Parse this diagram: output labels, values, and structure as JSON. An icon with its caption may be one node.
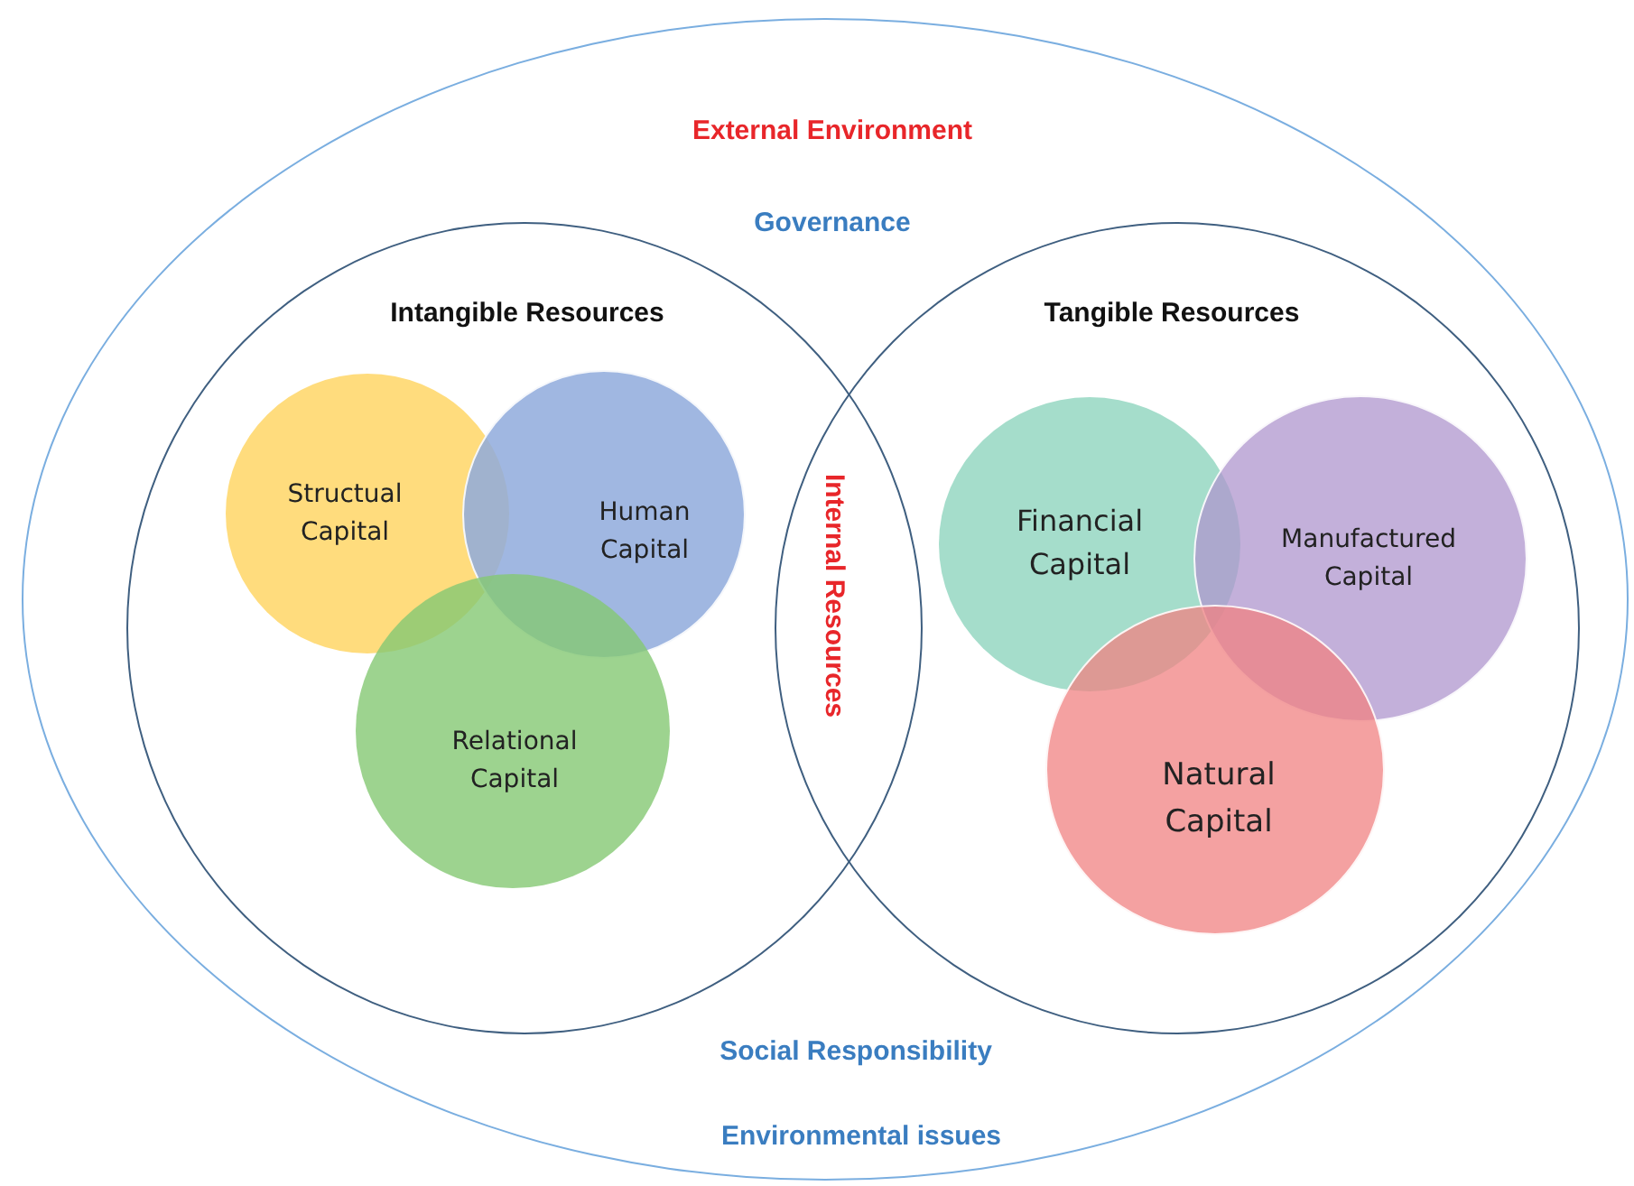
{
  "diagram": {
    "nodes": [
      {
        "text": [
          "External Environment",
          "Governance",
          "Social Responsibility",
          "Environmental issues"
        ]
      },
      {
        "text": [
          "Intangible Resources"
        ],
        "in": 0
      },
      {
        "text": [
          "Tangible Resources"
        ],
        "in": 0
      },
      {
        "text": [
          "Structual Capital"
        ],
        "in": 1
      },
      {
        "text": [
          "Human Capital"
        ],
        "in": 1
      },
      {
        "text": [
          "Relational Capital"
        ],
        "in": 1
      },
      {
        "text": [
          "Financial Capital"
        ],
        "in": 2
      },
      {
        "text": [
          "Manufactured Capital"
        ],
        "in": 2
      },
      {
        "text": [
          "Natural Capital"
        ],
        "in": 2
      }
    ],
    "labels": [
      "Internal Resources"
    ]
  }
}
